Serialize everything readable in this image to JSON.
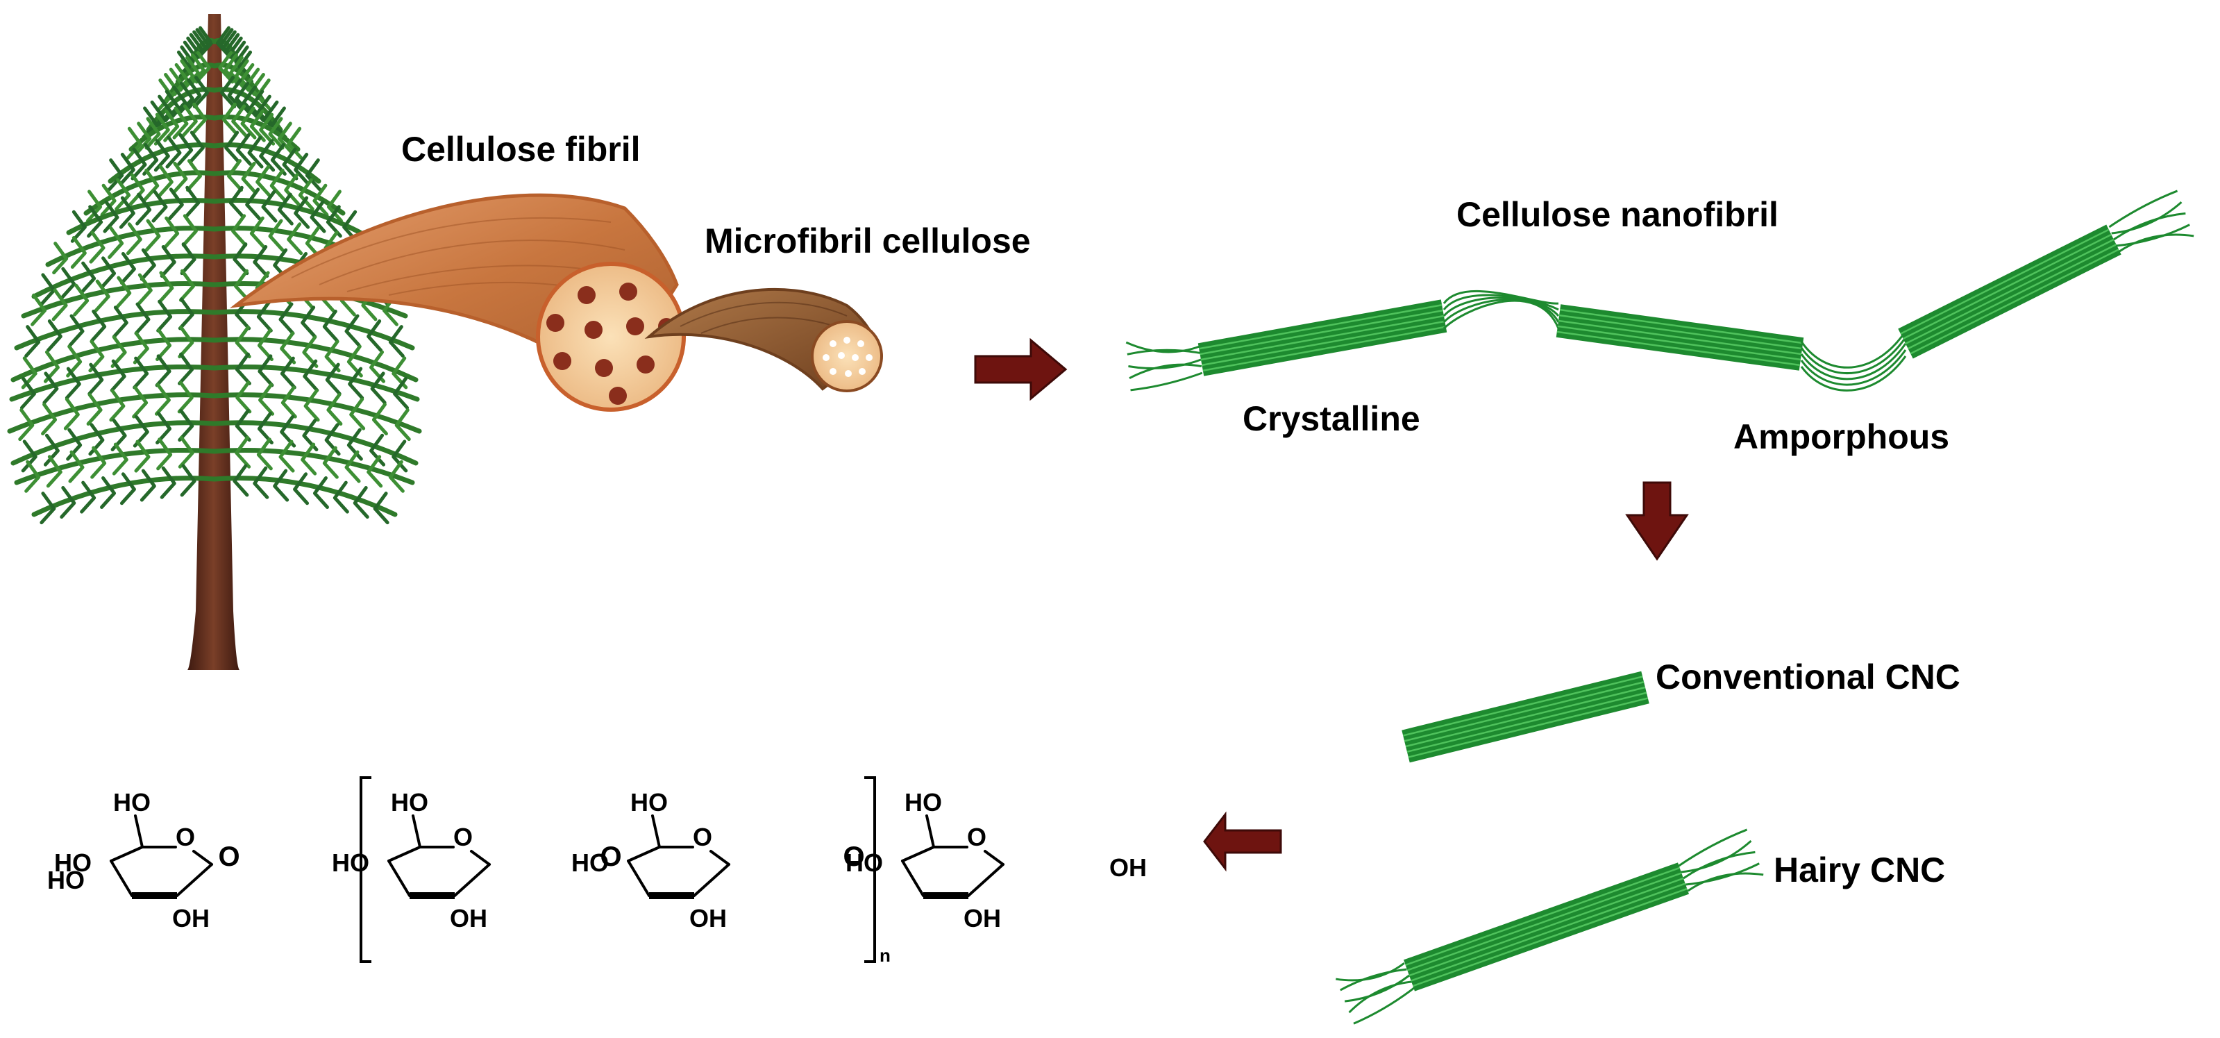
{
  "labels": {
    "cellulose_fibril": "Cellulose fibril",
    "microfibril_cellulose": "Microfibril cellulose",
    "cellulose_nanofibril": "Cellulose nanofibril",
    "crystalline": "Crystalline",
    "amorphous": "Amporphous",
    "conventional_cnc": "Conventional CNC",
    "hairy_cnc": "Hairy CNC"
  },
  "structure": {
    "repeat_subscript": "n",
    "groups": {
      "ho": "HO",
      "oh": "OH",
      "o": "O"
    }
  },
  "colors": {
    "tree_foliage": "#2f7a2a",
    "tree_trunk": "#5a2c1c",
    "fibril_wood": "#c8763f",
    "microfibril_wood": "#8a5530",
    "nanofibril_green": "#1d8a2f",
    "arrow_red": "#6e1410",
    "text": "#000000"
  }
}
